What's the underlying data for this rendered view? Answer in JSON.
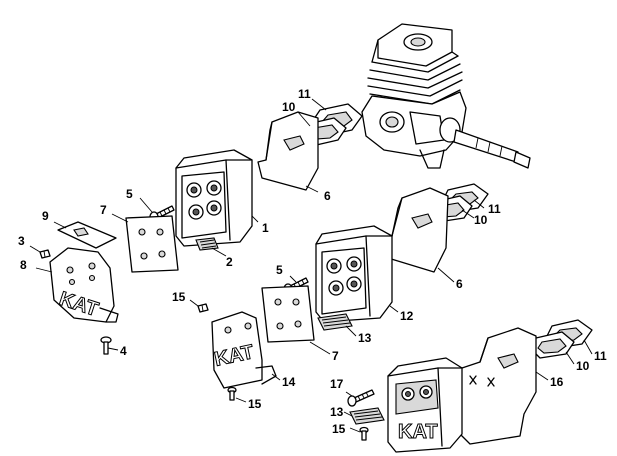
{
  "callouts": {
    "n1": "1",
    "n2": "2",
    "n3": "3",
    "n4": "4",
    "n5a": "5",
    "n5b": "5",
    "n6a": "6",
    "n6b": "6",
    "n7a": "7",
    "n7b": "7",
    "n8": "8",
    "n9": "9",
    "n10a": "10",
    "n10b": "10",
    "n10c": "10",
    "n11a": "11",
    "n11b": "11",
    "n11c": "11",
    "n12": "12",
    "n13a": "13",
    "n13b": "13",
    "n14": "14",
    "n15a": "15",
    "n15b": "15",
    "n15c": "15",
    "n16": "16",
    "n17": "17"
  },
  "stamps": {
    "kat_shield_left": "KAT",
    "kat_shield_center": "KAT",
    "kat_muffler": "KAT"
  }
}
